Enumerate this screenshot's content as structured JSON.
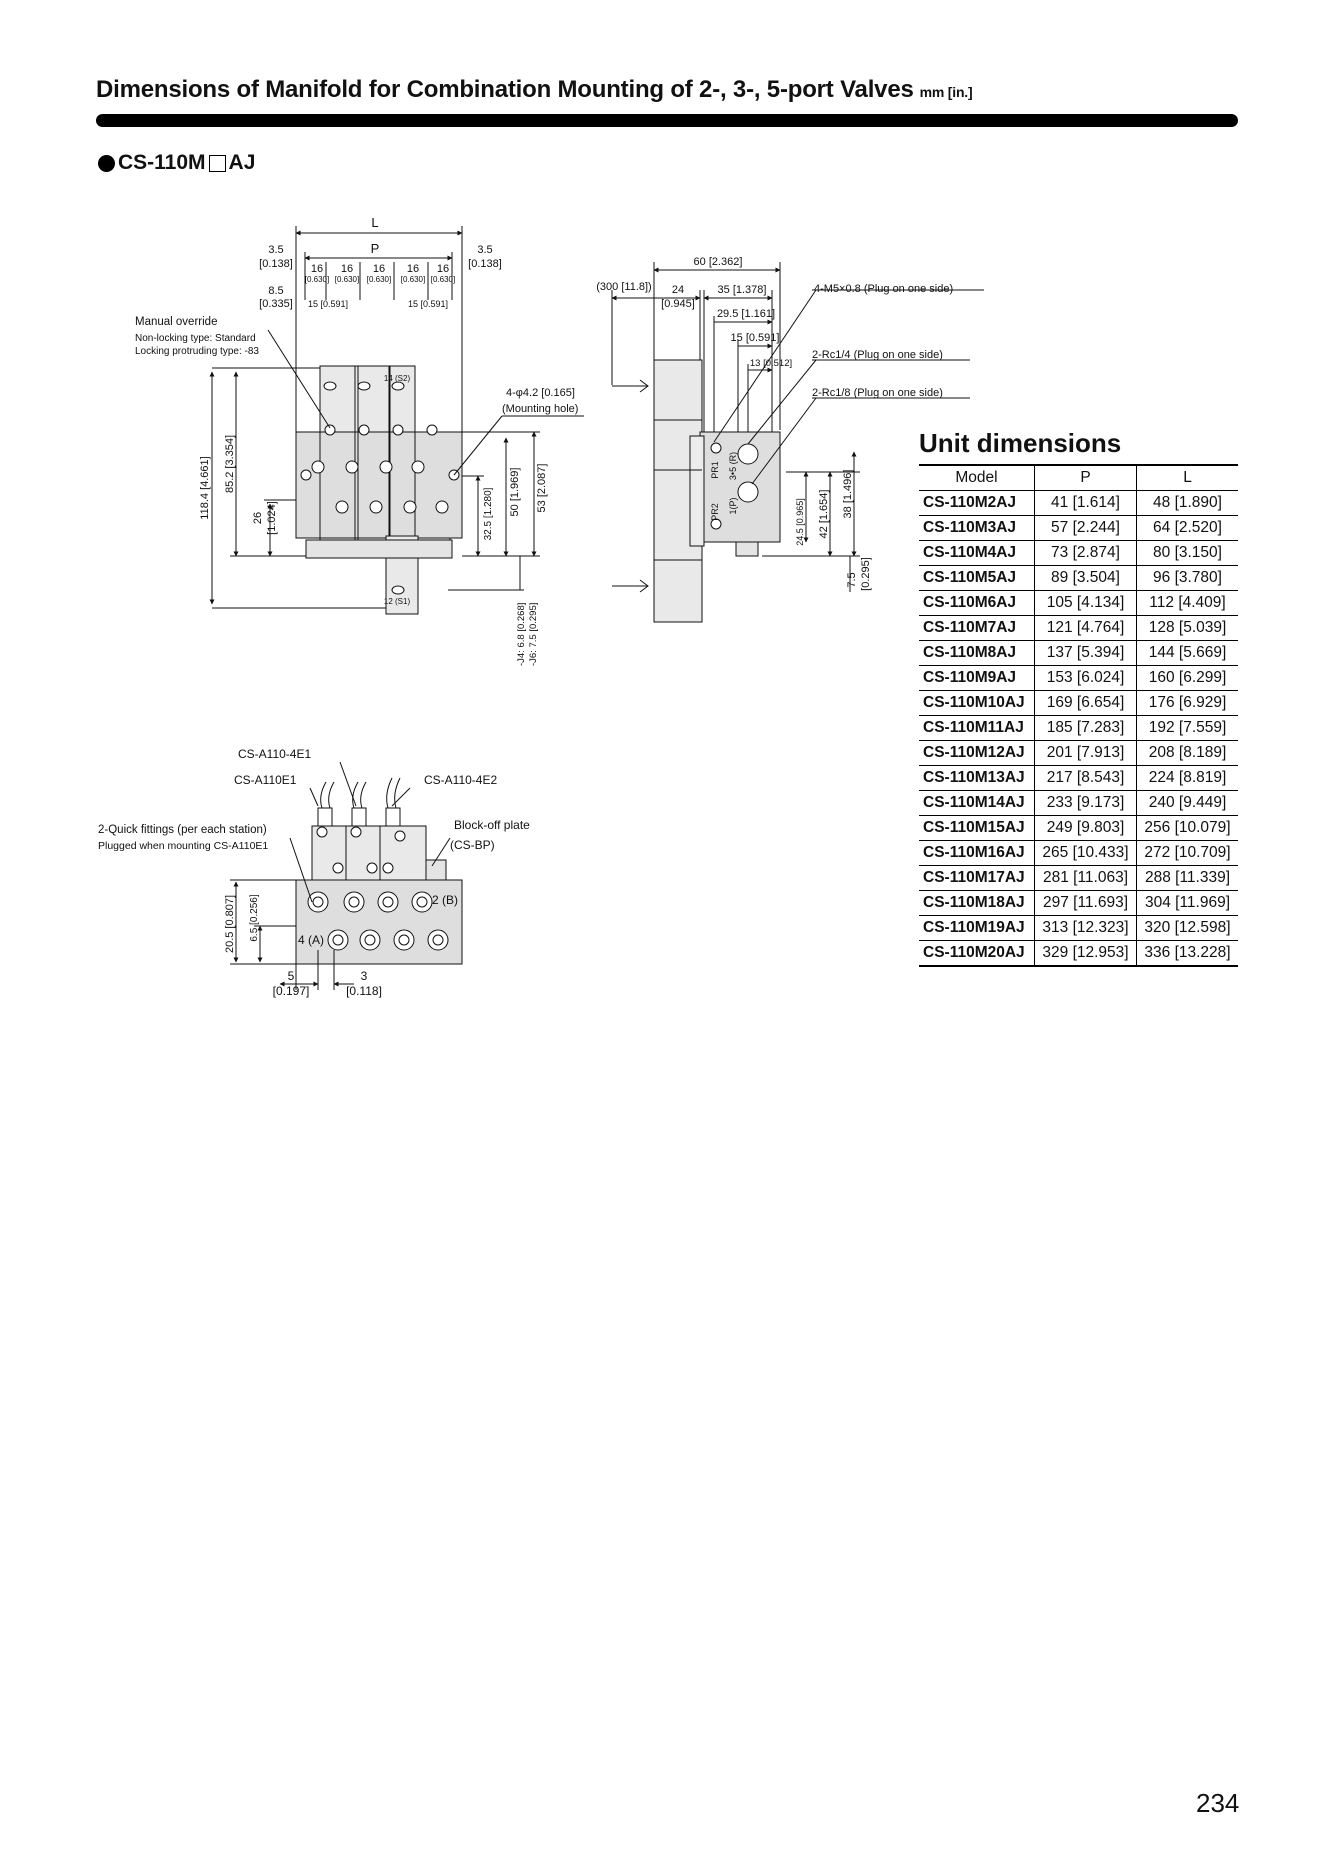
{
  "header": {
    "title": "Dimensions of Manifold for Combination Mounting of 2-, 3-, 5-port Valves",
    "unit": "mm [in.]",
    "model_prefix": "CS-110M",
    "model_suffix": "AJ"
  },
  "drawing_front": {
    "L": "L",
    "P": "P",
    "edge_left": "3.5",
    "edge_left_in": "[0.138]",
    "edge_right": "3.5",
    "edge_right_in": "[0.138]",
    "pitch": "16",
    "pitch_in": "[0.630]",
    "offset": "8.5",
    "offset_in": "[0.335]",
    "width_15": "15 [0.591]",
    "manual_override": "Manual override",
    "non_locking": "Non-locking type: Standard",
    "locking": "Locking protruding type: -83",
    "s2": "14 (S2)",
    "s1": "12 (S1)",
    "mounting_hole": "4-φ4.2 [0.165]",
    "mounting_hole_note": "(Mounting hole)",
    "h_118": "118.4 [4.661]",
    "h_85": "85.2 [3.354]",
    "h_26": "26",
    "h_26_in": "[1.024]",
    "h_32": "32.5 [1.280]",
    "h_50": "50 [1.969]",
    "h_53": "53 [2.087]",
    "j4": "-J4: 6.8 [0.268]",
    "j6": "-J6: 7.5 [0.295]"
  },
  "drawing_side": {
    "w60": "60 [2.362]",
    "lead": "(300 [11.8])",
    "w24": "24",
    "w24_in": "[0.945]",
    "w35": "35 [1.378]",
    "w29": "29.5 [1.161]",
    "w15": "15 [0.591]",
    "w13": "13 [0.512]",
    "m5": "4-M5×0.8 (Plug on one side)",
    "rc14": "2-Rc1/4 (Plug on one side)",
    "rc18": "2-Rc1/8 (Plug on one side)",
    "pr1": "PR1",
    "pr2": "PR2",
    "port35": "3•5 (R)",
    "port1": "1(P)",
    "h24": "24.5 [0.965]",
    "h42": "42 [1.654]",
    "h38": "38 [1.496]",
    "h7": "7.5",
    "h7_in": "[0.295]"
  },
  "drawing_bottom": {
    "e1": "CS-A110-4E1",
    "a110e1": "CS-A110E1",
    "e2": "CS-A110-4E2",
    "fittings": "2-Quick fittings (per each station)",
    "plugged": "Plugged when mounting CS-A110E1",
    "blockoff": "Block-off plate",
    "csbp": "(CS-BP)",
    "port2": "2 (B)",
    "port4": "4 (A)",
    "h20": "20.5 [0.807]",
    "h6": "6.5 [0.256]",
    "d5": "5",
    "d5_in": "[0.197]",
    "d3": "3",
    "d3_in": "[0.118]"
  },
  "unit_dimensions": {
    "title": "Unit dimensions",
    "headers": [
      "Model",
      "P",
      "L"
    ],
    "rows": [
      [
        "CS-110M2AJ",
        "41 [1.614]",
        "48 [1.890]"
      ],
      [
        "CS-110M3AJ",
        "57 [2.244]",
        "64 [2.520]"
      ],
      [
        "CS-110M4AJ",
        "73 [2.874]",
        "80 [3.150]"
      ],
      [
        "CS-110M5AJ",
        "89 [3.504]",
        "96 [3.780]"
      ],
      [
        "CS-110M6AJ",
        "105 [4.134]",
        "112 [4.409]"
      ],
      [
        "CS-110M7AJ",
        "121 [4.764]",
        "128 [5.039]"
      ],
      [
        "CS-110M8AJ",
        "137 [5.394]",
        "144 [5.669]"
      ],
      [
        "CS-110M9AJ",
        "153 [6.024]",
        "160 [6.299]"
      ],
      [
        "CS-110M10AJ",
        "169 [6.654]",
        "176 [6.929]"
      ],
      [
        "CS-110M11AJ",
        "185 [7.283]",
        "192 [7.559]"
      ],
      [
        "CS-110M12AJ",
        "201 [7.913]",
        "208 [8.189]"
      ],
      [
        "CS-110M13AJ",
        "217 [8.543]",
        "224 [8.819]"
      ],
      [
        "CS-110M14AJ",
        "233 [9.173]",
        "240 [9.449]"
      ],
      [
        "CS-110M15AJ",
        "249 [9.803]",
        "256 [10.079]"
      ],
      [
        "CS-110M16AJ",
        "265 [10.433]",
        "272 [10.709]"
      ],
      [
        "CS-110M17AJ",
        "281 [11.063]",
        "288 [11.339]"
      ],
      [
        "CS-110M18AJ",
        "297 [11.693]",
        "304 [11.969]"
      ],
      [
        "CS-110M19AJ",
        "313 [12.323]",
        "320 [12.598]"
      ],
      [
        "CS-110M20AJ",
        "329 [12.953]",
        "336 [13.228]"
      ]
    ]
  },
  "page_number": "234"
}
